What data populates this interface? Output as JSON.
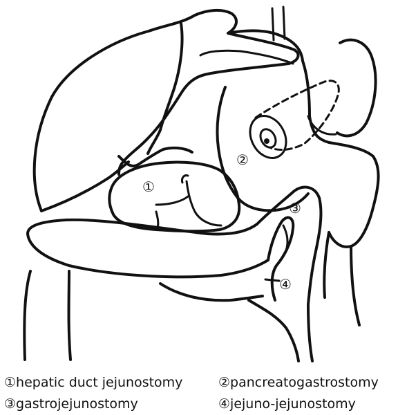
{
  "markers": [
    {
      "id": "1",
      "symbol": "①"
    },
    {
      "id": "2",
      "symbol": "②"
    },
    {
      "id": "3",
      "symbol": "③"
    },
    {
      "id": "4",
      "symbol": "④"
    }
  ],
  "legend": [
    {
      "symbol": "①",
      "label": "hepatic duct jejunostomy"
    },
    {
      "symbol": "②",
      "label": "pancreatogastrostomy"
    },
    {
      "symbol": "③",
      "label": "gastrojejunostomy"
    },
    {
      "symbol": "④",
      "label": "jejuno-jejunostomy"
    }
  ],
  "stroke_color": "#111111",
  "background_color": "#ffffff"
}
